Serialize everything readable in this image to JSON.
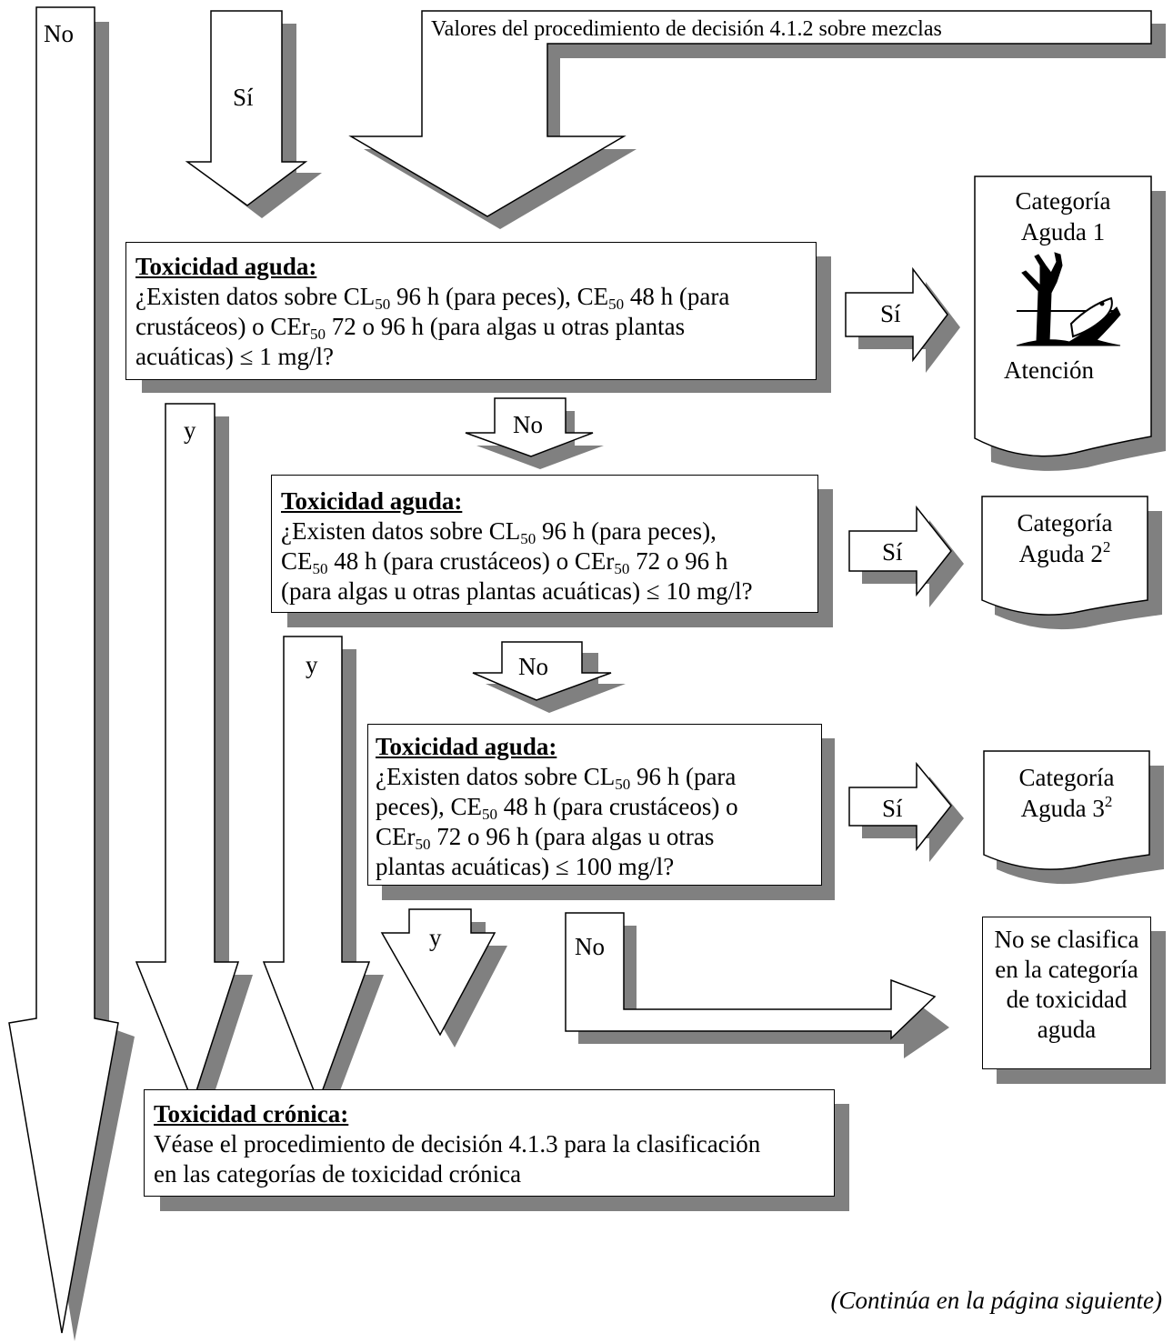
{
  "top": {
    "label_no": "No",
    "label_si": "Sí",
    "mixtures_note": "Valores del procedimiento de decisión 4.1.2 sobre mezclas"
  },
  "step1": {
    "header": "Toxicidad aguda:",
    "line1_pre": "¿Existen datos sobre CL",
    "sub1": "50",
    "line1_mid": " 96 h (para peces), CE",
    "sub2": "50",
    "line1_post": " 48 h (para",
    "line2": "crustáceos) o CEr",
    "sub3": "50",
    "line2_post": " 72 o 96 h (para algas u otras plantas",
    "line3": "acuáticas) ≤ 1 mg/l?",
    "yes_label": "Sí",
    "no_label": "No",
    "and_label": "y",
    "result_line1": "Categoría",
    "result_line2": "Aguda 1",
    "result_signal": "Atención"
  },
  "step2": {
    "header": "Toxicidad aguda:",
    "line1_pre": " ¿Existen datos sobre CL",
    "sub1": "50",
    "line1_post": " 96 h (para peces),",
    "line2_pre": "CE",
    "sub2": "50",
    "line2_mid": " 48 h (para crustáceos) o CEr",
    "sub3": "50",
    "line2_post": " 72 o 96 h",
    "line3": "(para algas u otras plantas acuáticas) ≤ 10 mg/l?",
    "yes_label": "Sí",
    "no_label": "No",
    "and_label": "y",
    "result_line1": "Categoría",
    "result_line2": "Aguda 2",
    "result_sup": "2"
  },
  "step3": {
    "header": "Toxicidad aguda:",
    "line1_pre": "¿Existen datos sobre CL",
    "sub1": "50",
    "line1_post": " 96 h (para",
    "line2_pre": "peces), CE",
    "sub2": "50",
    "line2_post": " 48 h (para crustáceos) o",
    "line3_pre": "CEr",
    "sub3": "50",
    "line3_post": " 72 o 96 h (para algas u otras",
    "line4": "plantas acuáticas) ≤ 100 mg/l?",
    "yes_label": "Sí",
    "no_label": "No",
    "and_label": "y",
    "result_line1": "Categoría",
    "result_line2": "Aguda 3",
    "result_sup": "2"
  },
  "not_classified": {
    "line1": "No se clasifica",
    "line2": "en la categoría",
    "line3": "de toxicidad",
    "line4": "aguda"
  },
  "chronic": {
    "header": "Toxicidad crónica:",
    "line1": "Véase el procedimiento de decisión 4.1.3 para la clasificación",
    "line2": "en las categorías de toxicidad crónica"
  },
  "footer": {
    "continues": "(Continúa en la página siguiente)"
  }
}
